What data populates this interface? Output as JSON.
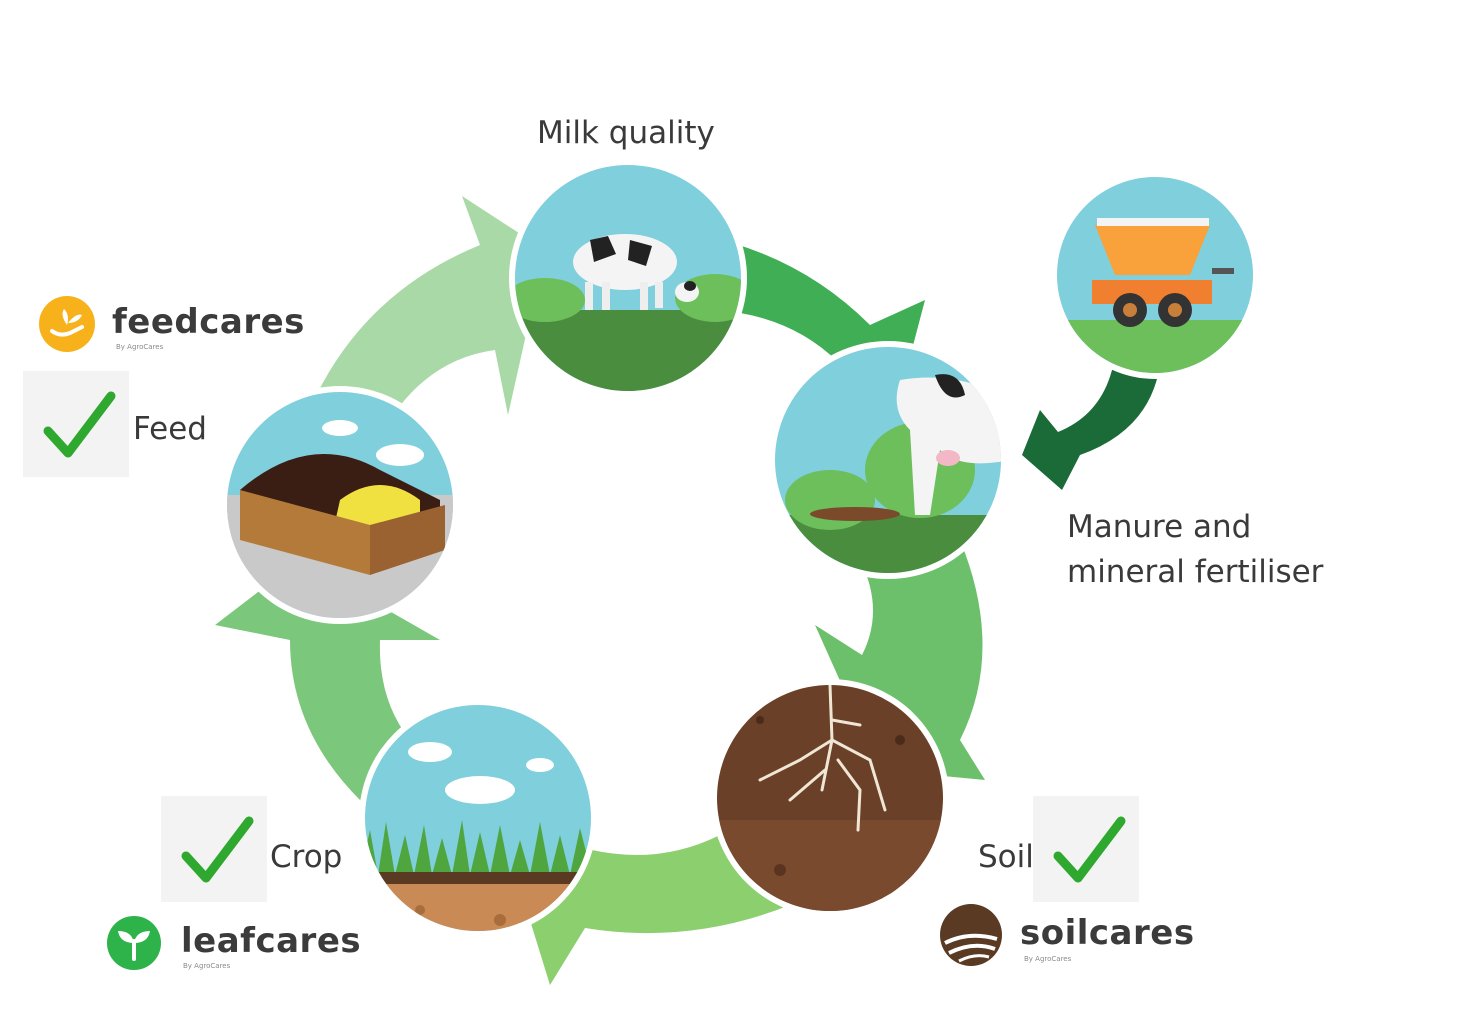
{
  "stages": {
    "milk": "Milk quality",
    "manure_line1": "Manure and",
    "manure_line2": "mineral fertiliser",
    "feed": "Feed",
    "crop": "Crop",
    "soil": "Soil"
  },
  "brands": {
    "feedcares": {
      "name": "feedcares",
      "tagline": "By AgroCares"
    },
    "leafcares": {
      "name": "leafcares",
      "tagline": "By AgroCares"
    },
    "soilcares": {
      "name": "soilcares",
      "tagline": "By AgroCares"
    }
  },
  "colors": {
    "arrow_light": "#a8d8a6",
    "arrow_mid": "#6cc06c",
    "arrow_dark": "#1b6b38",
    "sky": "#7fcfdc",
    "grass": "#4f9a45",
    "check": "#2fa82f",
    "feedcares_orange": "#f7b21b",
    "leafcares_green": "#2db34a",
    "soilcares_brown": "#5a3a22"
  },
  "icons": [
    "check-icon",
    "cow-icon",
    "spreader-icon",
    "silage-icon",
    "roots-icon",
    "grass-icon"
  ]
}
